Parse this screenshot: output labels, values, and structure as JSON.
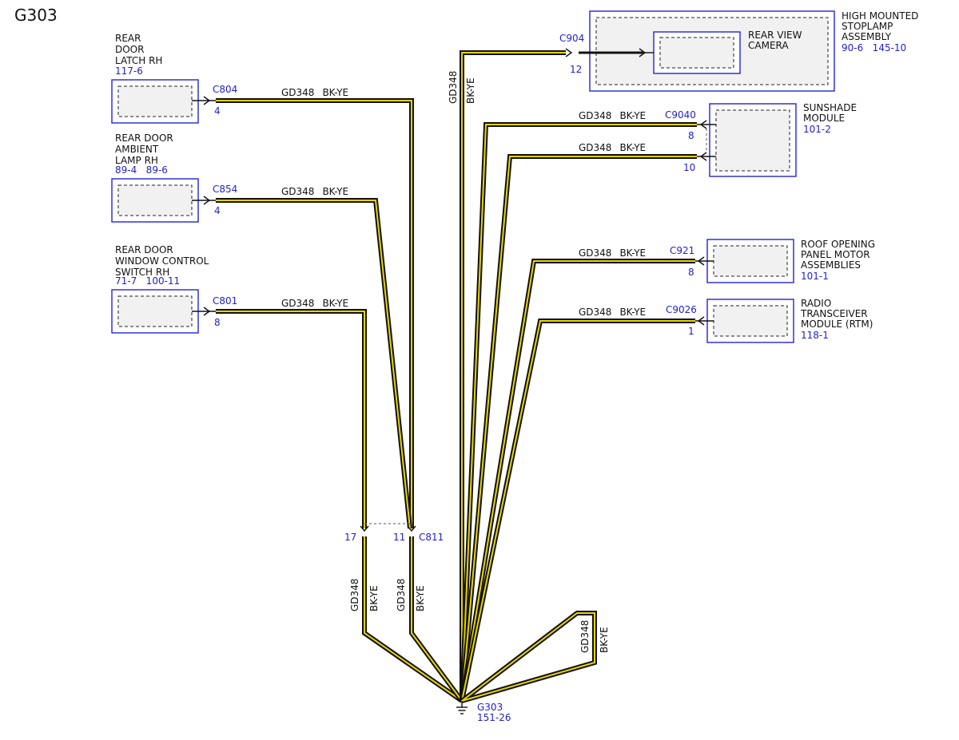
{
  "title": "G303",
  "colors": {
    "wire_outer": "#111111",
    "wire_inner": "#e8d400",
    "component_border": "#2323d6",
    "reference_text": "#1f1fcc"
  },
  "components": {
    "rear_door_latch": {
      "name_lines": [
        "REAR",
        "DOOR",
        "LATCH RH"
      ],
      "ref": "117-6",
      "connector": "C804",
      "pin": "4"
    },
    "rear_door_ambient": {
      "name_lines": [
        "REAR DOOR",
        "AMBIENT",
        "LAMP RH"
      ],
      "ref": "89-4   89-6",
      "connector": "C854",
      "pin": "4"
    },
    "rear_door_window": {
      "name_lines": [
        "REAR DOOR",
        "WINDOW CONTROL",
        "SWITCH RH"
      ],
      "ref": "71-7   100-11",
      "connector": "C801",
      "pin": "8"
    },
    "high_mounted_stoplamp": {
      "name_lines": [
        "HIGH MOUNTED",
        "STOPLAMP",
        "ASSEMBLY"
      ],
      "ref": "90-6   145-10",
      "connector": "C904",
      "pin": "12",
      "sub_component_lines": [
        "REAR VIEW",
        "CAMERA"
      ]
    },
    "sunshade_module": {
      "name_lines": [
        "SUNSHADE",
        "MODULE"
      ],
      "ref": "101-2",
      "connector": "C9040",
      "pins": [
        "8",
        "10"
      ]
    },
    "roof_opening_panel": {
      "name_lines": [
        "ROOF OPENING",
        "PANEL MOTOR",
        "ASSEMBLIES"
      ],
      "ref": "101-1",
      "connector": "C921",
      "pin": "8"
    },
    "radio_transceiver": {
      "name_lines": [
        "RADIO",
        "TRANSCEIVER",
        "MODULE (RTM)"
      ],
      "ref": "118-1",
      "connector": "C9026",
      "pin": "1"
    }
  },
  "inline_connector": {
    "name": "C811",
    "pins": [
      "17",
      "11"
    ]
  },
  "wire": {
    "circuit": "GD348",
    "color": "BK-YE"
  },
  "ground": {
    "name": "G303",
    "ref": "151-26"
  }
}
